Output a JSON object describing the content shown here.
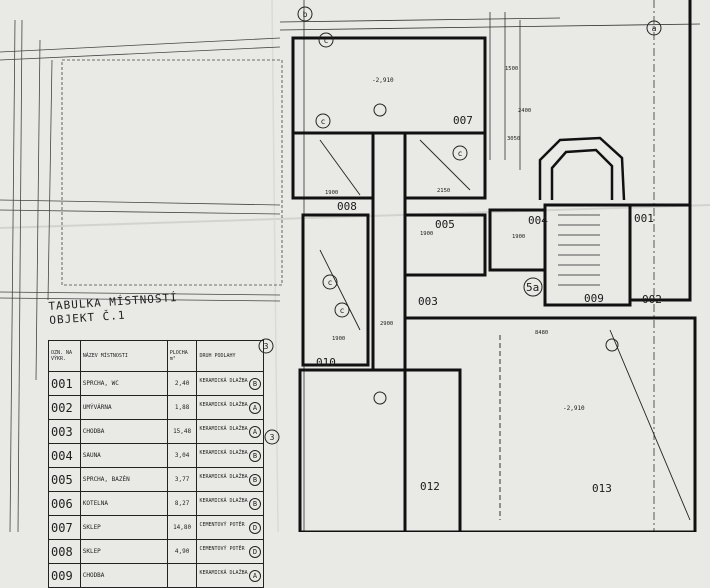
{
  "rooms": [
    {
      "id": "007",
      "label": "007"
    },
    {
      "id": "008",
      "label": "008"
    },
    {
      "id": "005",
      "label": "005"
    },
    {
      "id": "004",
      "label": "004"
    },
    {
      "id": "001",
      "label": "001"
    },
    {
      "id": "003",
      "label": "003"
    },
    {
      "id": "010",
      "label": "010"
    },
    {
      "id": "012",
      "label": "012"
    },
    {
      "id": "013",
      "label": "013"
    },
    {
      "id": "5a",
      "label": "5a"
    },
    {
      "id": "009",
      "label": "009"
    },
    {
      "id": "002",
      "label": "002"
    }
  ],
  "levels": [
    "-2,910",
    "-2,910"
  ],
  "dimensions": [
    "1900",
    "2150",
    "1900",
    "1900",
    "1900",
    "2900",
    "8480",
    "3050",
    "2400",
    "1500"
  ],
  "grid_markers": [
    "b",
    "c",
    "c",
    "c",
    "c",
    "c",
    "a",
    "3",
    "3"
  ],
  "legend": {
    "title": "TABULKA MÍSTNOSTÍ",
    "subtitle": "OBJEKT Č.1",
    "headers": [
      "OZN. NA VÝKR.",
      "NÁZEV MÍSTNOSTI",
      "PLOCHA m²",
      "DRUH PODLAHY"
    ],
    "rows": [
      {
        "num": "001",
        "name": "SPRCHA, WC",
        "area": "2,40",
        "floor": "KERAMICKÁ DLAŽBA",
        "mark": "B"
      },
      {
        "num": "002",
        "name": "UMÝVÁRNA",
        "area": "1,88",
        "floor": "KERAMICKÁ DLAŽBA",
        "mark": "A"
      },
      {
        "num": "003",
        "name": "CHODBA",
        "area": "15,48",
        "floor": "KERAMICKÁ DLAŽBA",
        "mark": "A"
      },
      {
        "num": "004",
        "name": "SAUNA",
        "area": "3,04",
        "floor": "KERAMICKÁ DLAŽBA",
        "mark": "B"
      },
      {
        "num": "005",
        "name": "SPRCHA, BAZÉN",
        "area": "3,77",
        "floor": "KERAMICKÁ DLAŽBA",
        "mark": "B"
      },
      {
        "num": "006",
        "name": "KOTELNA",
        "area": "8,27",
        "floor": "KERAMICKÁ DLAŽBA",
        "mark": "B"
      },
      {
        "num": "007",
        "name": "SKLEP",
        "area": "14,80",
        "floor": "CEMENTOVÝ POTĚR",
        "mark": "D"
      },
      {
        "num": "008",
        "name": "SKLEP",
        "area": "4,90",
        "floor": "CEMENTOVÝ POTĚR",
        "mark": "D"
      },
      {
        "num": "009",
        "name": "CHODBA",
        "area": "",
        "floor": "KERAMICKÁ DLAŽBA",
        "mark": "A"
      }
    ]
  }
}
